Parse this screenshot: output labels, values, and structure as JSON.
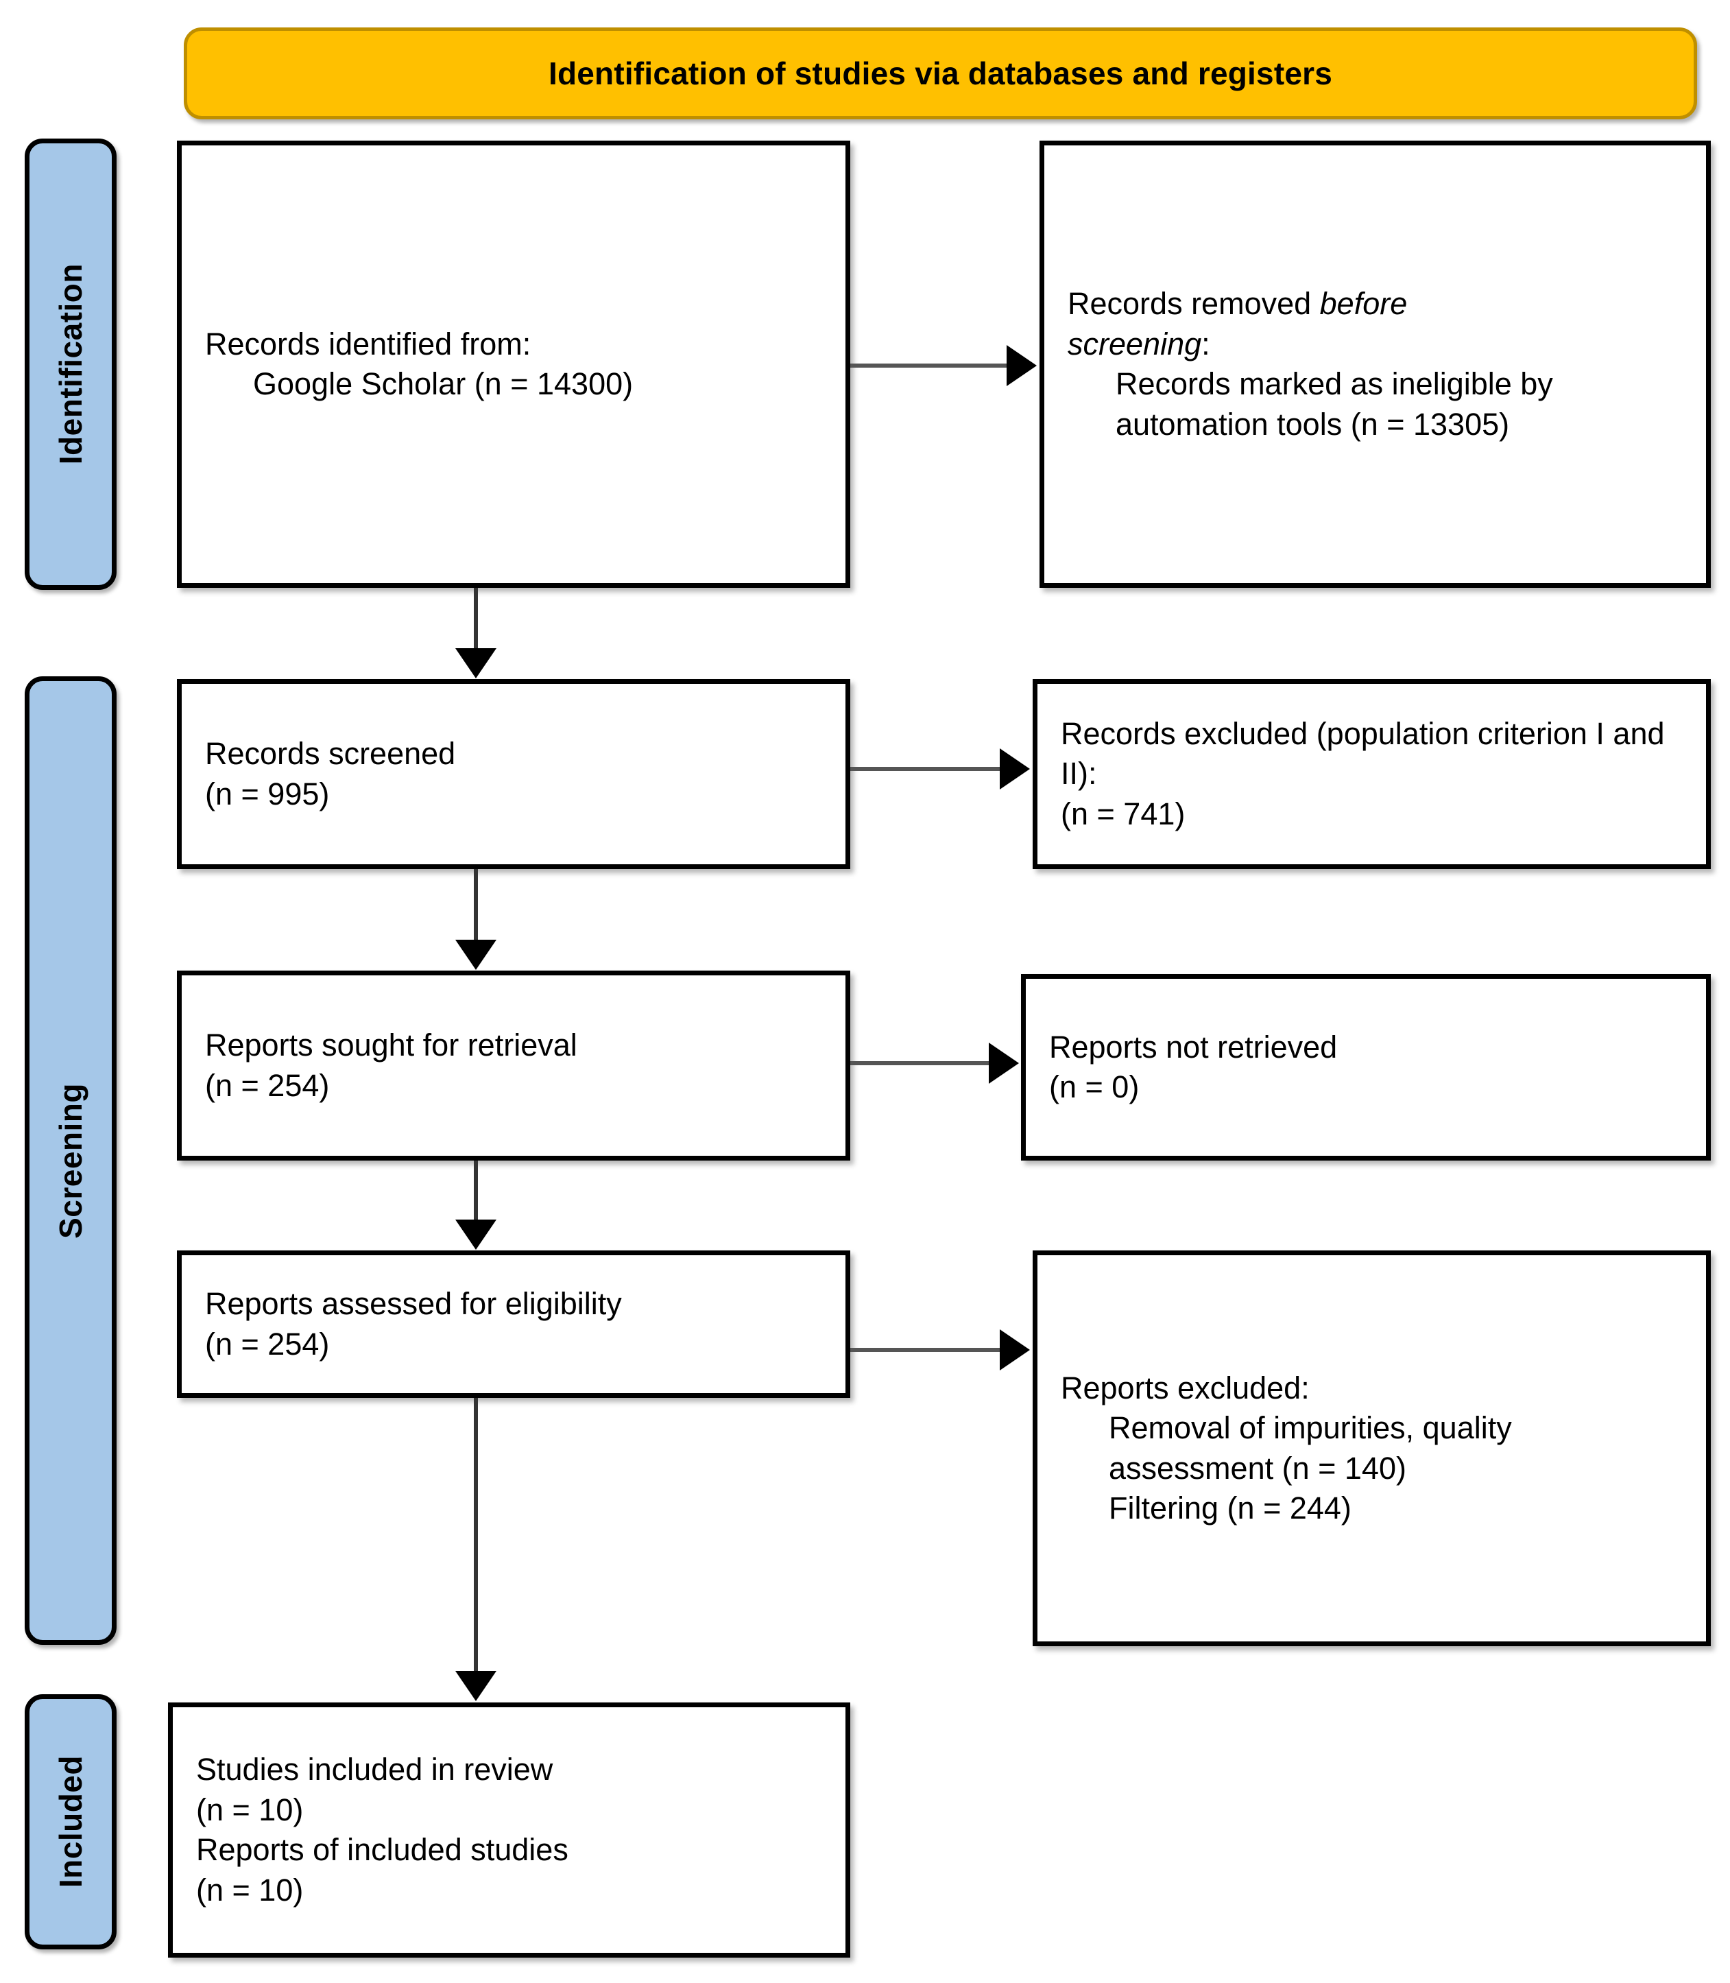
{
  "banner": {
    "title": "Identification of studies via databases and registers",
    "bg_color": "#FFC000",
    "border_color": "#BF8F00"
  },
  "stages": {
    "tab_color": "#A5C7E8",
    "identification": "Identification",
    "screening": "Screening",
    "included": "Included"
  },
  "boxes": {
    "identified": {
      "line1": "Records identified from:",
      "line2": "Google Scholar (n = 14300)"
    },
    "removed": {
      "line1_a": "Records removed ",
      "line1_italic": "before",
      "line2_italic": "screening",
      "line2_b": ":",
      "line3": "Records marked as ineligible by automation tools (n = 13305)"
    },
    "screened": {
      "line1": "Records screened",
      "line2": "(n = 995)"
    },
    "excluded_population": {
      "line1": "Records excluded (population criterion I and II):",
      "line2": "(n = 741)"
    },
    "sought": {
      "line1": "Reports sought for retrieval",
      "line2": "(n = 254)"
    },
    "not_retrieved": {
      "line1": "Reports not retrieved",
      "line2": "(n = 0)"
    },
    "assessed": {
      "line1": "Reports assessed for eligibility",
      "line2": "(n = 254)"
    },
    "excluded_reports": {
      "line1": "Reports excluded:",
      "line2": "Removal of impurities, quality assessment (n = 140)",
      "line3": "Filtering (n = 244)"
    },
    "included": {
      "line1": "Studies included in review",
      "line2": "(n = 10)",
      "line3": "Reports of included studies",
      "line4": "(n = 10)"
    }
  },
  "chart_data": {
    "type": "diagram",
    "title": "Identification of studies via databases and registers",
    "flow": [
      {
        "stage": "Identification",
        "node": "Records identified from: Google Scholar",
        "n": 14300
      },
      {
        "stage": "Identification",
        "node": "Records removed before screening: Records marked as ineligible by automation tools",
        "n": 13305
      },
      {
        "stage": "Screening",
        "node": "Records screened",
        "n": 995
      },
      {
        "stage": "Screening",
        "node": "Records excluded (population criterion I and II)",
        "n": 741
      },
      {
        "stage": "Screening",
        "node": "Reports sought for retrieval",
        "n": 254
      },
      {
        "stage": "Screening",
        "node": "Reports not retrieved",
        "n": 0
      },
      {
        "stage": "Screening",
        "node": "Reports assessed for eligibility",
        "n": 254
      },
      {
        "stage": "Screening",
        "node": "Reports excluded: Removal of impurities, quality assessment",
        "n": 140
      },
      {
        "stage": "Screening",
        "node": "Reports excluded: Filtering",
        "n": 244
      },
      {
        "stage": "Included",
        "node": "Studies included in review",
        "n": 10
      },
      {
        "stage": "Included",
        "node": "Reports of included studies",
        "n": 10
      }
    ]
  }
}
